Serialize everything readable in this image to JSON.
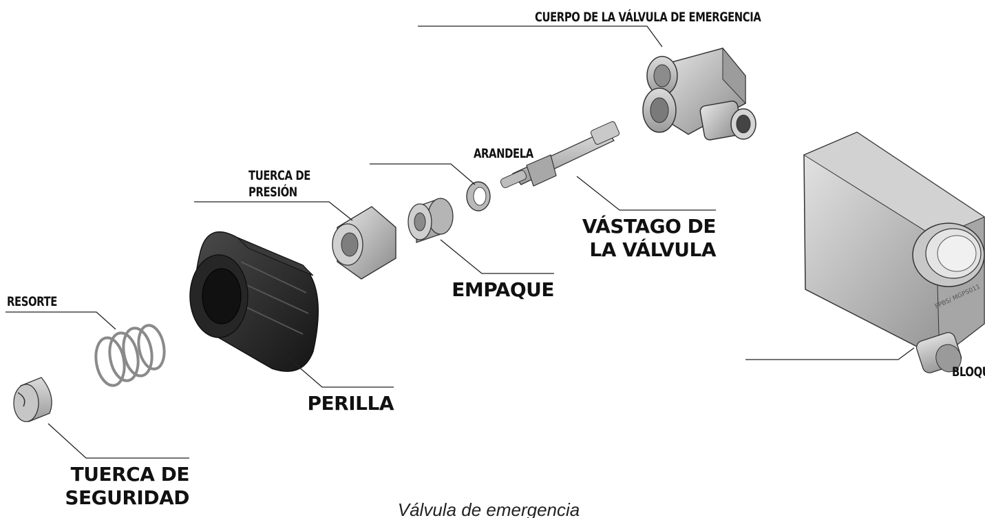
{
  "labels": {
    "cuerpo": "CUERPO DE LA VÁLVULA DE EMERGENCIA",
    "arandela": "ARANDELA",
    "tuerca_presion_1": "TUERCA DE",
    "tuerca_presion_2": "PRESIÓN",
    "vastago_1": "VÁSTAGO DE",
    "vastago_2": "LA VÁLVULA",
    "empaque": "EMPAQUE",
    "resorte": "RESORTE",
    "perilla": "PERILLA",
    "bloque": "BLOQUE LATERAL",
    "tuerca_seguridad_1": "TUERCA DE",
    "tuerca_seguridad_2": "SEGURIDAD"
  },
  "caption": "Válvula de emergencia",
  "colors": {
    "part_gray": "#b9b9b9",
    "part_dark": "#2a2a2a",
    "line": "#222222"
  }
}
